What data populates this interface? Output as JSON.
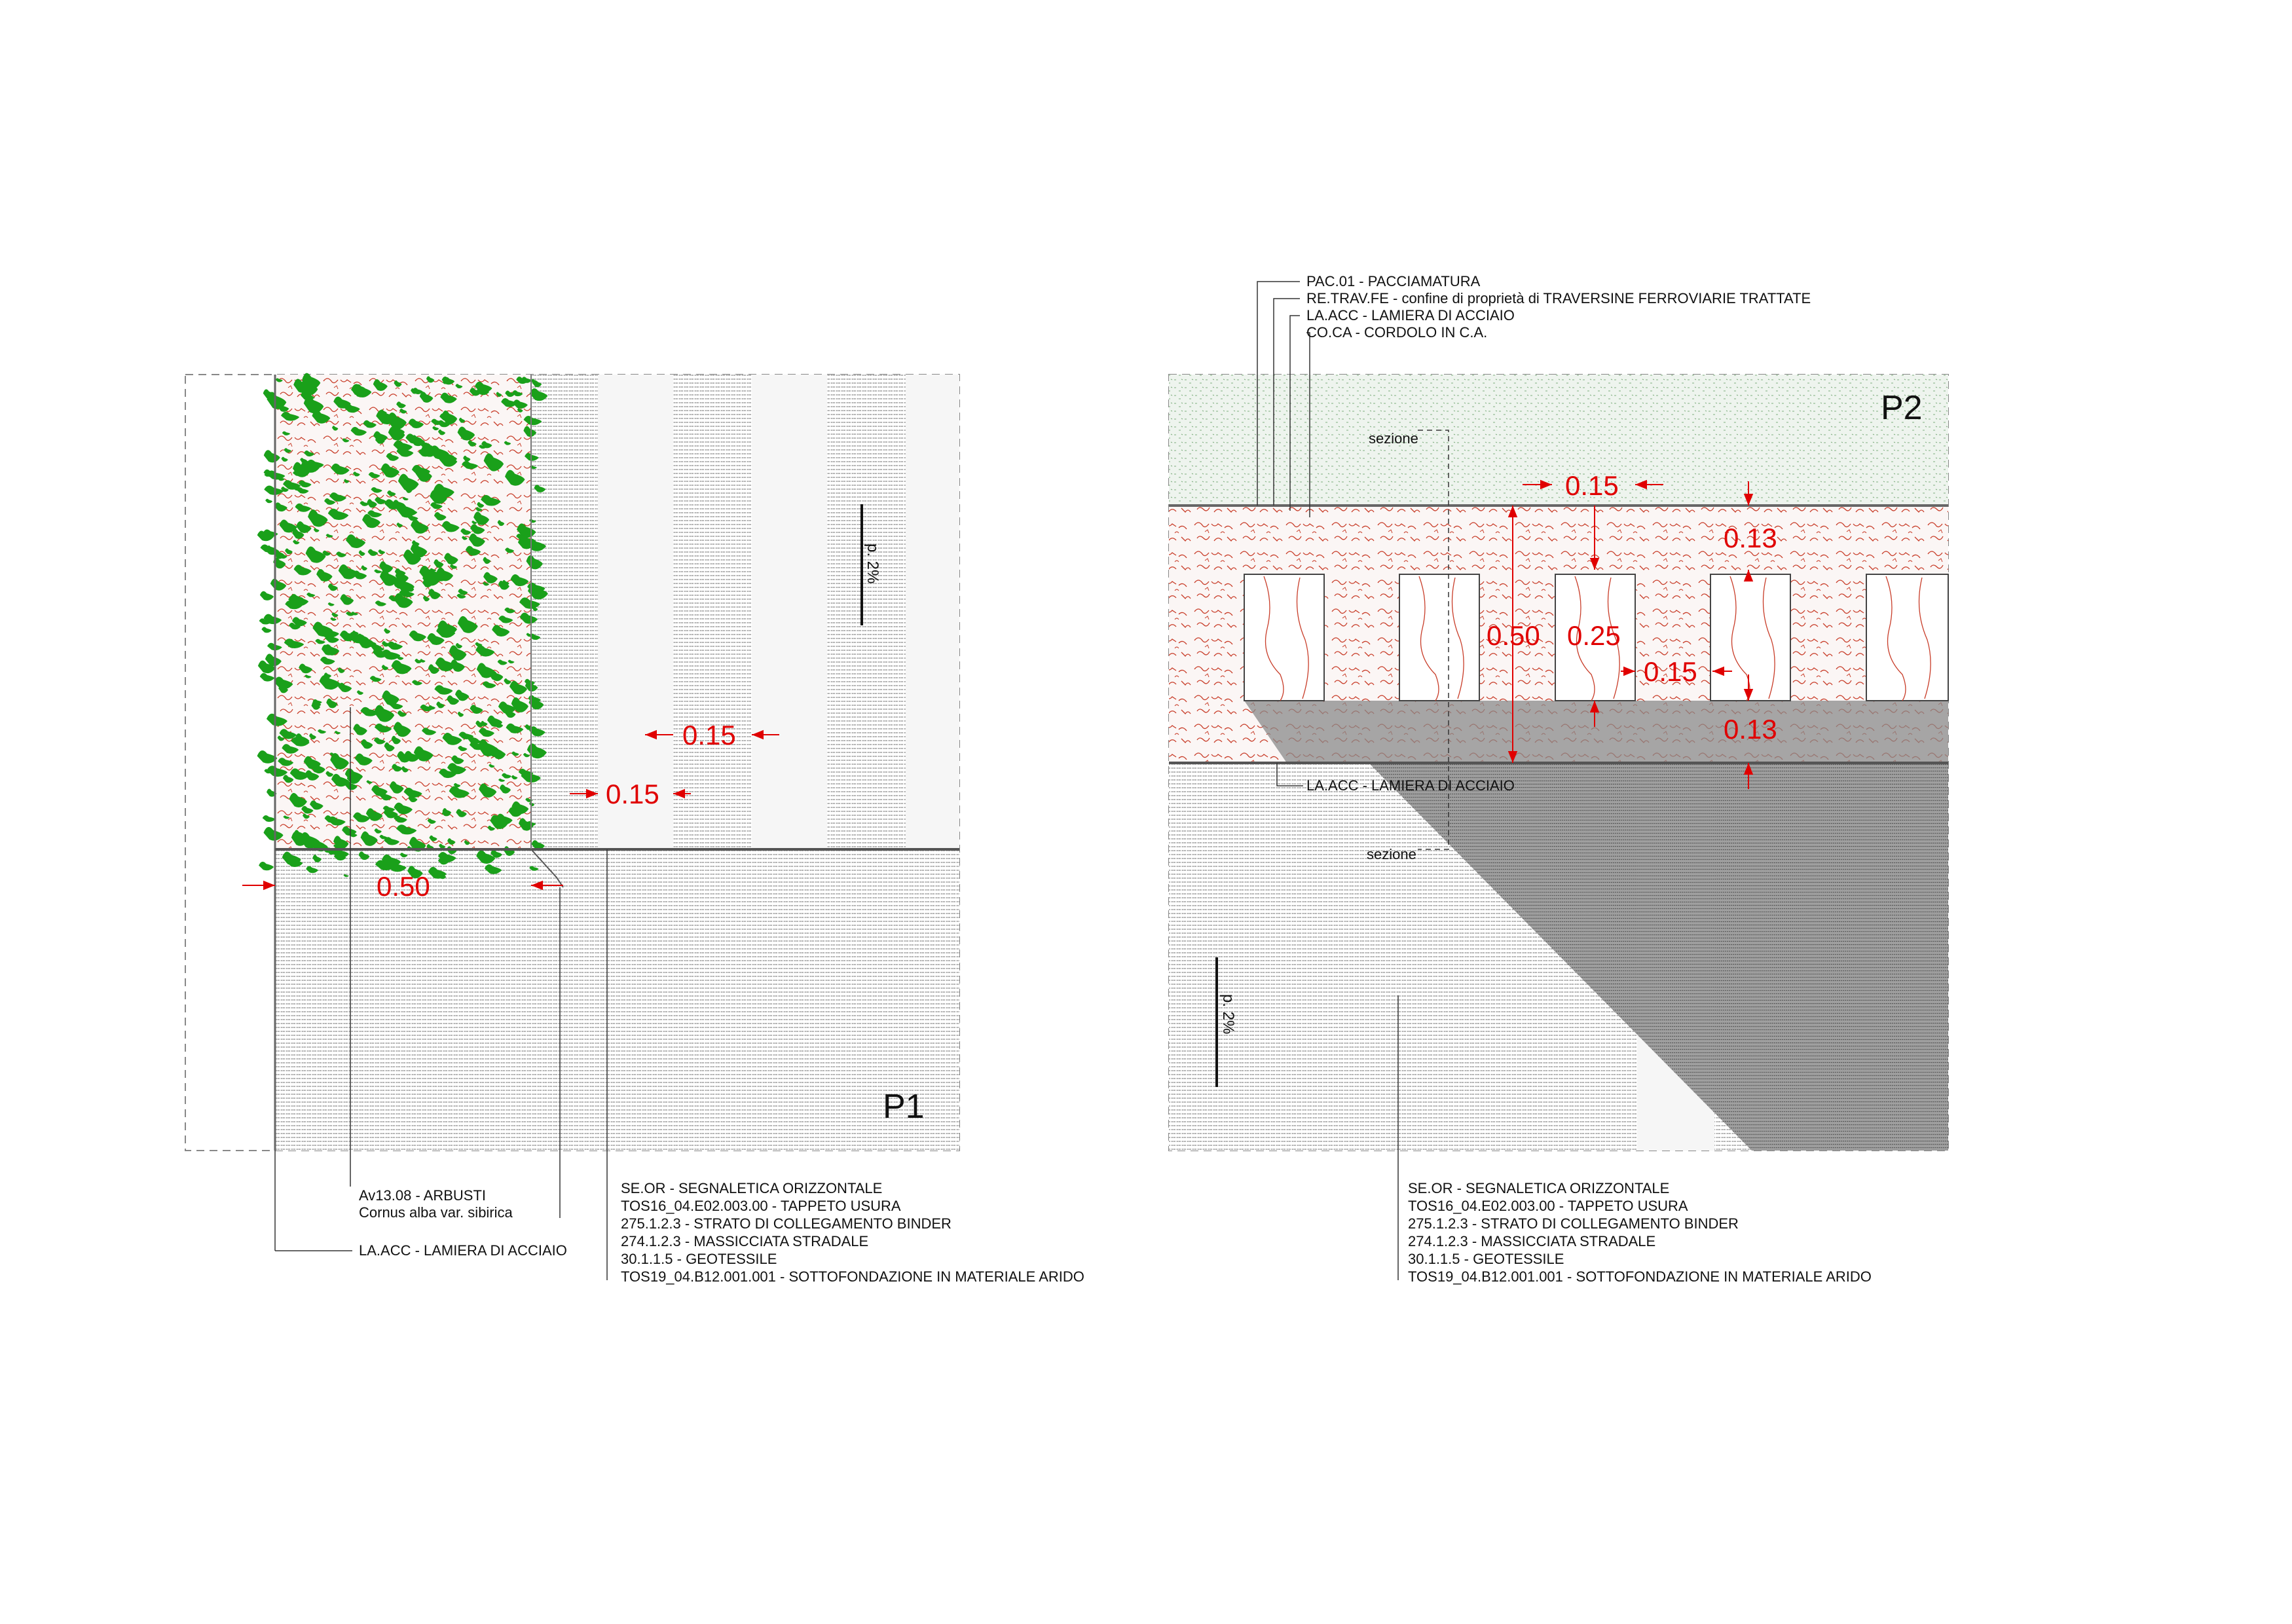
{
  "colors": {
    "dimension": "#e00000",
    "vegetation": "#1aa01a",
    "leader": "#333333",
    "shadow": "#7a7a7a",
    "hatch_red": "#c83c28"
  },
  "p1": {
    "tag": "P1",
    "slope": "p. 2%",
    "dims": {
      "stripe_width": "0.15",
      "stripe_gap": "0.15",
      "border": "0.50"
    },
    "labels": {
      "shrubs_code": "Av13.08 - ARBUSTI",
      "shrubs_species": "Cornus alba var. sibirica",
      "steel_sheet": "LA.ACC - LAMIERA DI ACCIAIO"
    },
    "layers": [
      "SE.OR - SEGNALETICA ORIZZONTALE",
      "TOS16_04.E02.003.00 - TAPPETO USURA",
      "275.1.2.3 - STRATO DI COLLEGAMENTO BINDER",
      "274.1.2.3 - MASSICCIATA STRADALE",
      "30.1.1.5 - GEOTESSILE",
      "TOS19_04.B12.001.001 - SOTTOFONDAZIONE IN MATERIALE ARIDO"
    ]
  },
  "p2": {
    "tag": "P2",
    "slope": "p. 2%",
    "section_top": "sezione",
    "section_bottom": "sezione",
    "dims": {
      "gap_top": "0.15",
      "border_top": "0.13",
      "height": "0.50",
      "sleeper_width": "0.25",
      "gap_mid": "0.15",
      "border_bottom": "0.13"
    },
    "callouts": [
      "PAC.01 - PACCIAMATURA",
      "RE.TRAV.FE - confine di proprietà di TRAVERSINE FERROVIARIE TRATTATE",
      "LA.ACC - LAMIERA DI ACCIAIO",
      "CO.CA - CORDOLO IN C.A."
    ],
    "steel_sheet": "LA.ACC - LAMIERA DI ACCIAIO",
    "layers": [
      "SE.OR - SEGNALETICA ORIZZONTALE",
      "TOS16_04.E02.003.00 - TAPPETO USURA",
      "275.1.2.3 - STRATO DI COLLEGAMENTO BINDER",
      "274.1.2.3 - MASSICCIATA STRADALE",
      "30.1.1.5 - GEOTESSILE",
      "TOS19_04.B12.001.001 - SOTTOFONDAZIONE IN MATERIALE ARIDO"
    ]
  }
}
